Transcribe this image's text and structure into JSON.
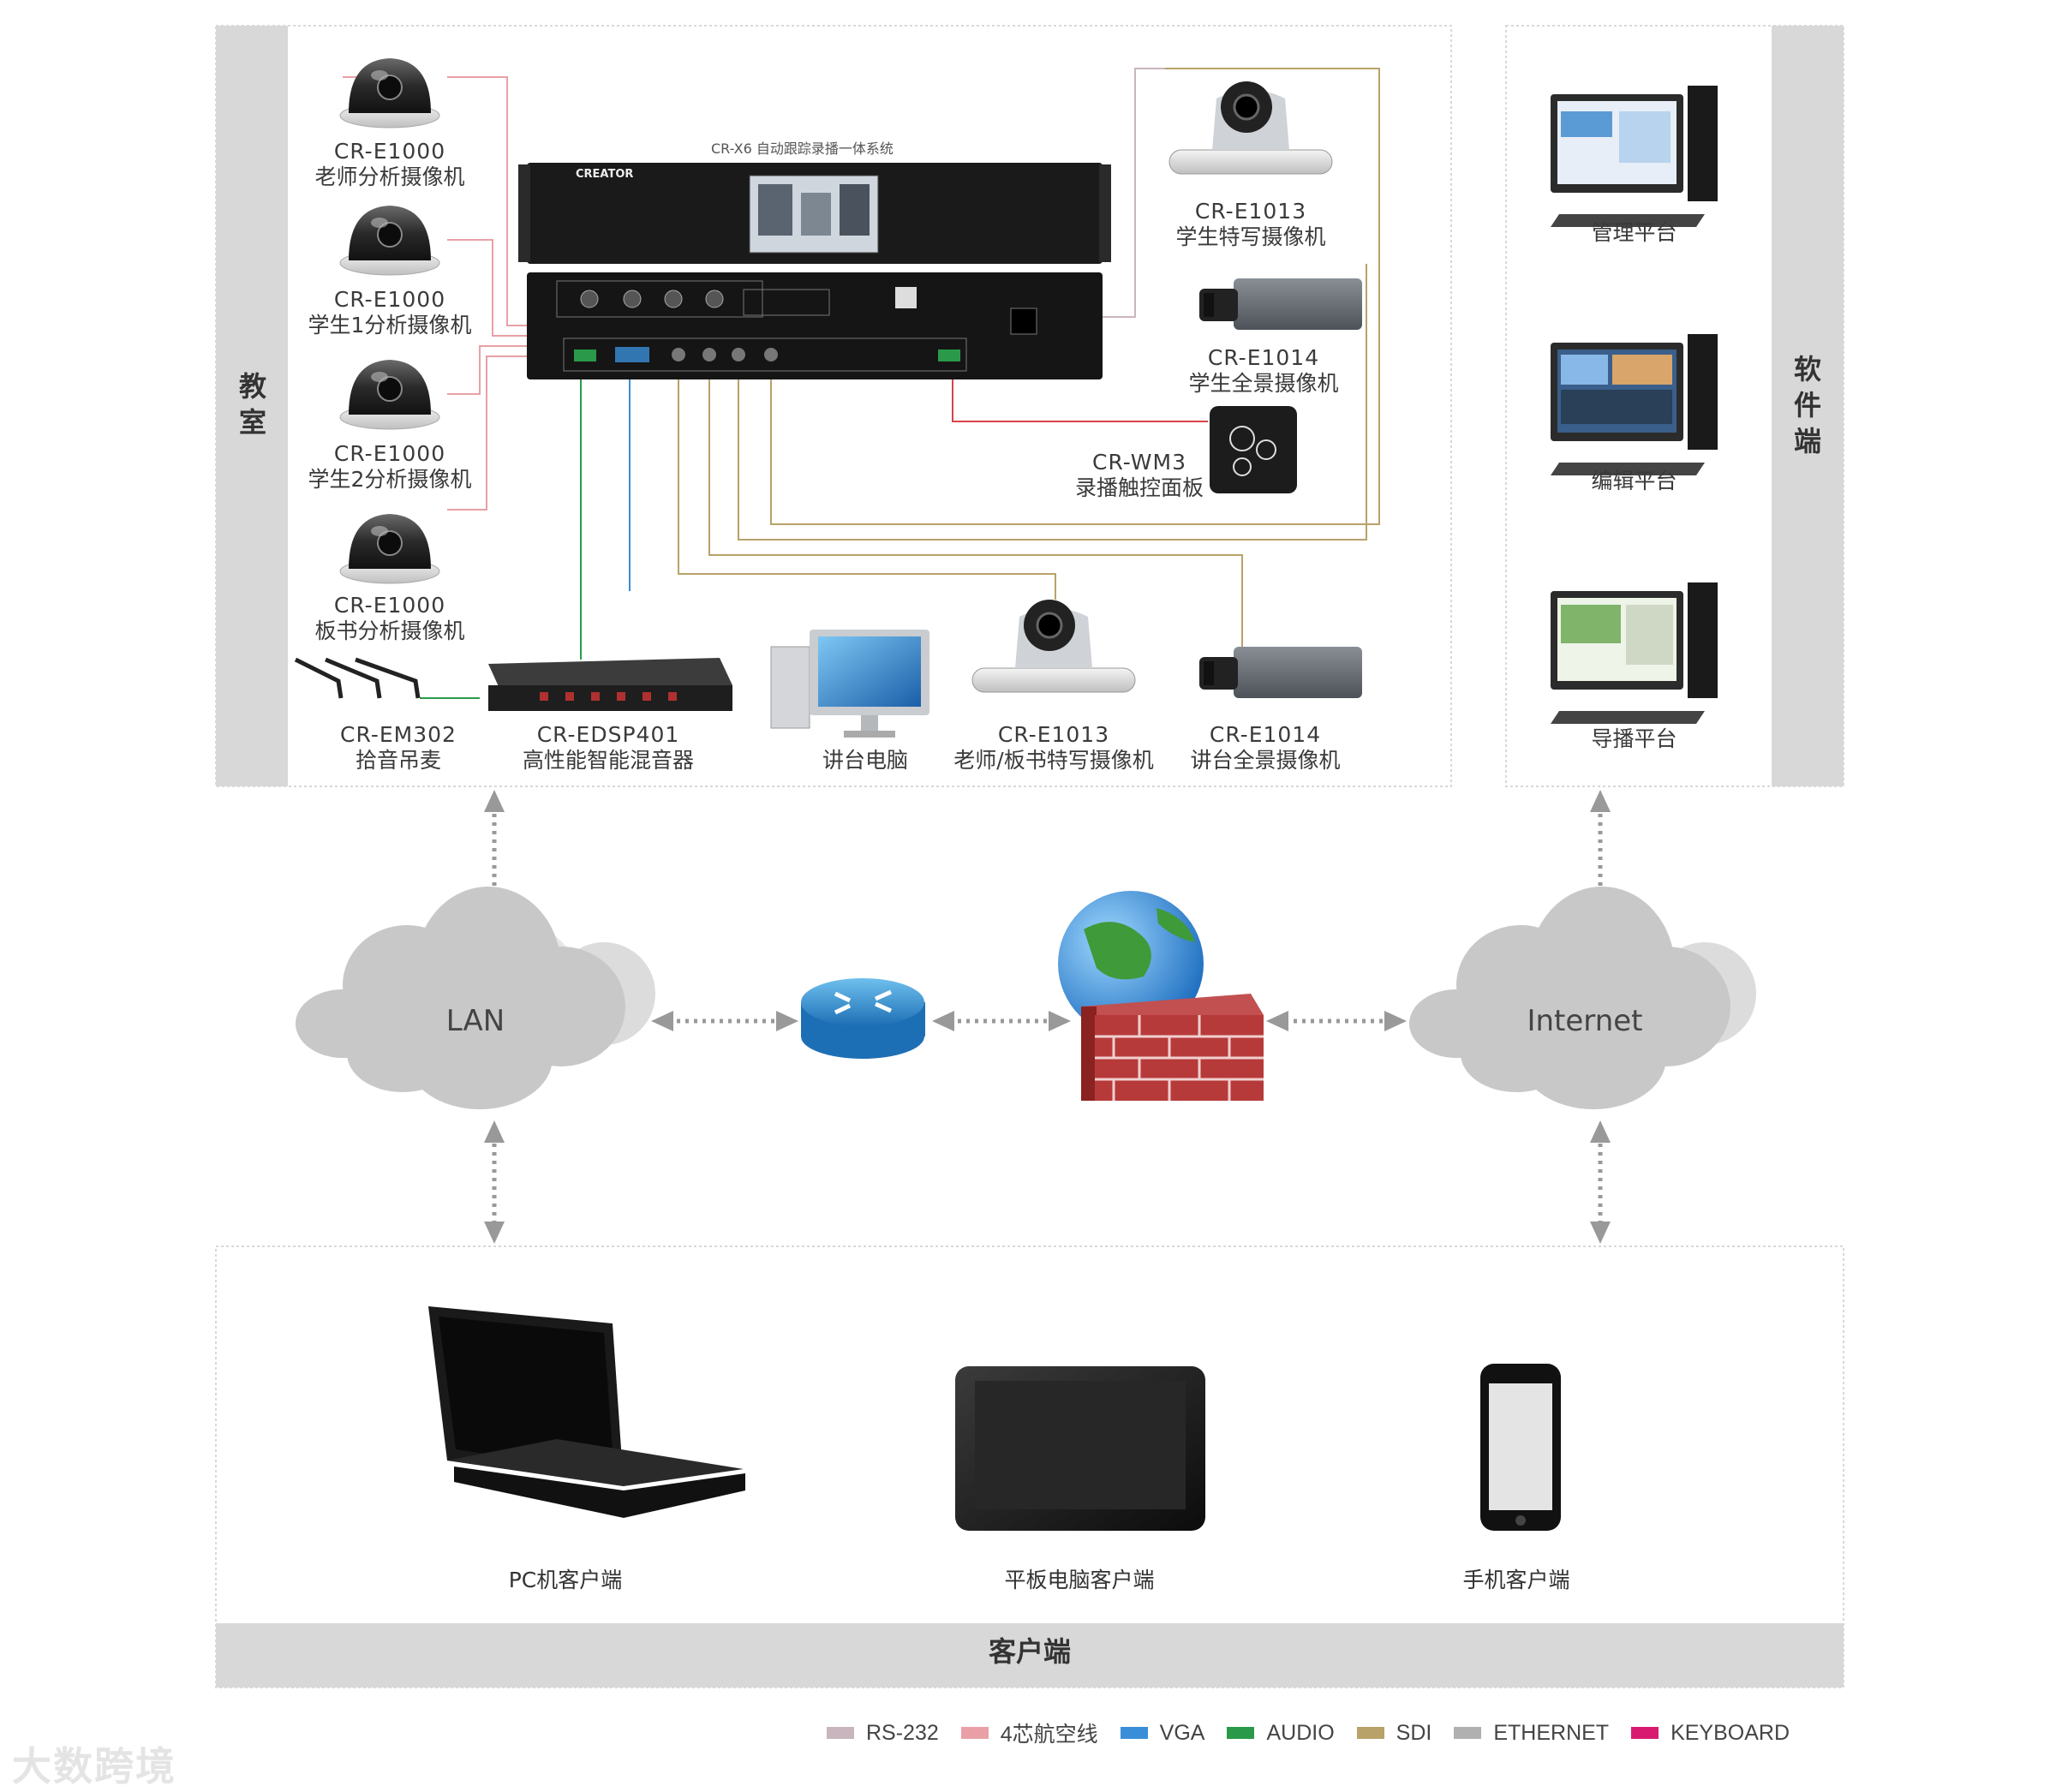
{
  "classroom_label": "教室",
  "software_label": "软件端",
  "client_label": "客户端",
  "recorder": {
    "title": "CR-X6 自动跟踪录播一体系统",
    "brand": "CREATOR"
  },
  "classroom_devices": [
    {
      "model": "CR-E1000",
      "name": "老师分析摄像机"
    },
    {
      "model": "CR-E1000",
      "name": "学生1分析摄像机"
    },
    {
      "model": "CR-E1000",
      "name": "学生2分析摄像机"
    },
    {
      "model": "CR-E1000",
      "name": "板书分析摄像机"
    },
    {
      "model": "CR-EM302",
      "name": "拾音吊麦"
    },
    {
      "model": "CR-EDSP401",
      "name": "高性能智能混音器"
    },
    {
      "model": "",
      "name": "讲台电脑"
    },
    {
      "model": "CR-E1013",
      "name": "老师/板书特写摄像机"
    },
    {
      "model": "CR-E1014",
      "name": "讲台全景摄像机"
    },
    {
      "model": "CR-E1013",
      "name": "学生特写摄像机"
    },
    {
      "model": "CR-E1014",
      "name": "学生全景摄像机"
    },
    {
      "model": "CR-WM3",
      "name": "录播触控面板"
    }
  ],
  "software_platforms": [
    "管理平台",
    "编辑平台",
    "导播平台"
  ],
  "network": {
    "lan": "LAN",
    "internet": "Internet"
  },
  "clients": [
    "PC机客户端",
    "平板电脑客户端",
    "手机客户端"
  ],
  "legend": [
    {
      "label": "RS-232",
      "color": "#c9b5be"
    },
    {
      "label": "4芯航空线",
      "color": "#e8a0a6"
    },
    {
      "label": "VGA",
      "color": "#3a8ed8"
    },
    {
      "label": "AUDIO",
      "color": "#2a9a4a"
    },
    {
      "label": "SDI",
      "color": "#b8a26a"
    },
    {
      "label": "ETHERNET",
      "color": "#b0b0b0"
    },
    {
      "label": "KEYBOARD",
      "color": "#d81b70"
    }
  ],
  "watermark": "大数跨境"
}
